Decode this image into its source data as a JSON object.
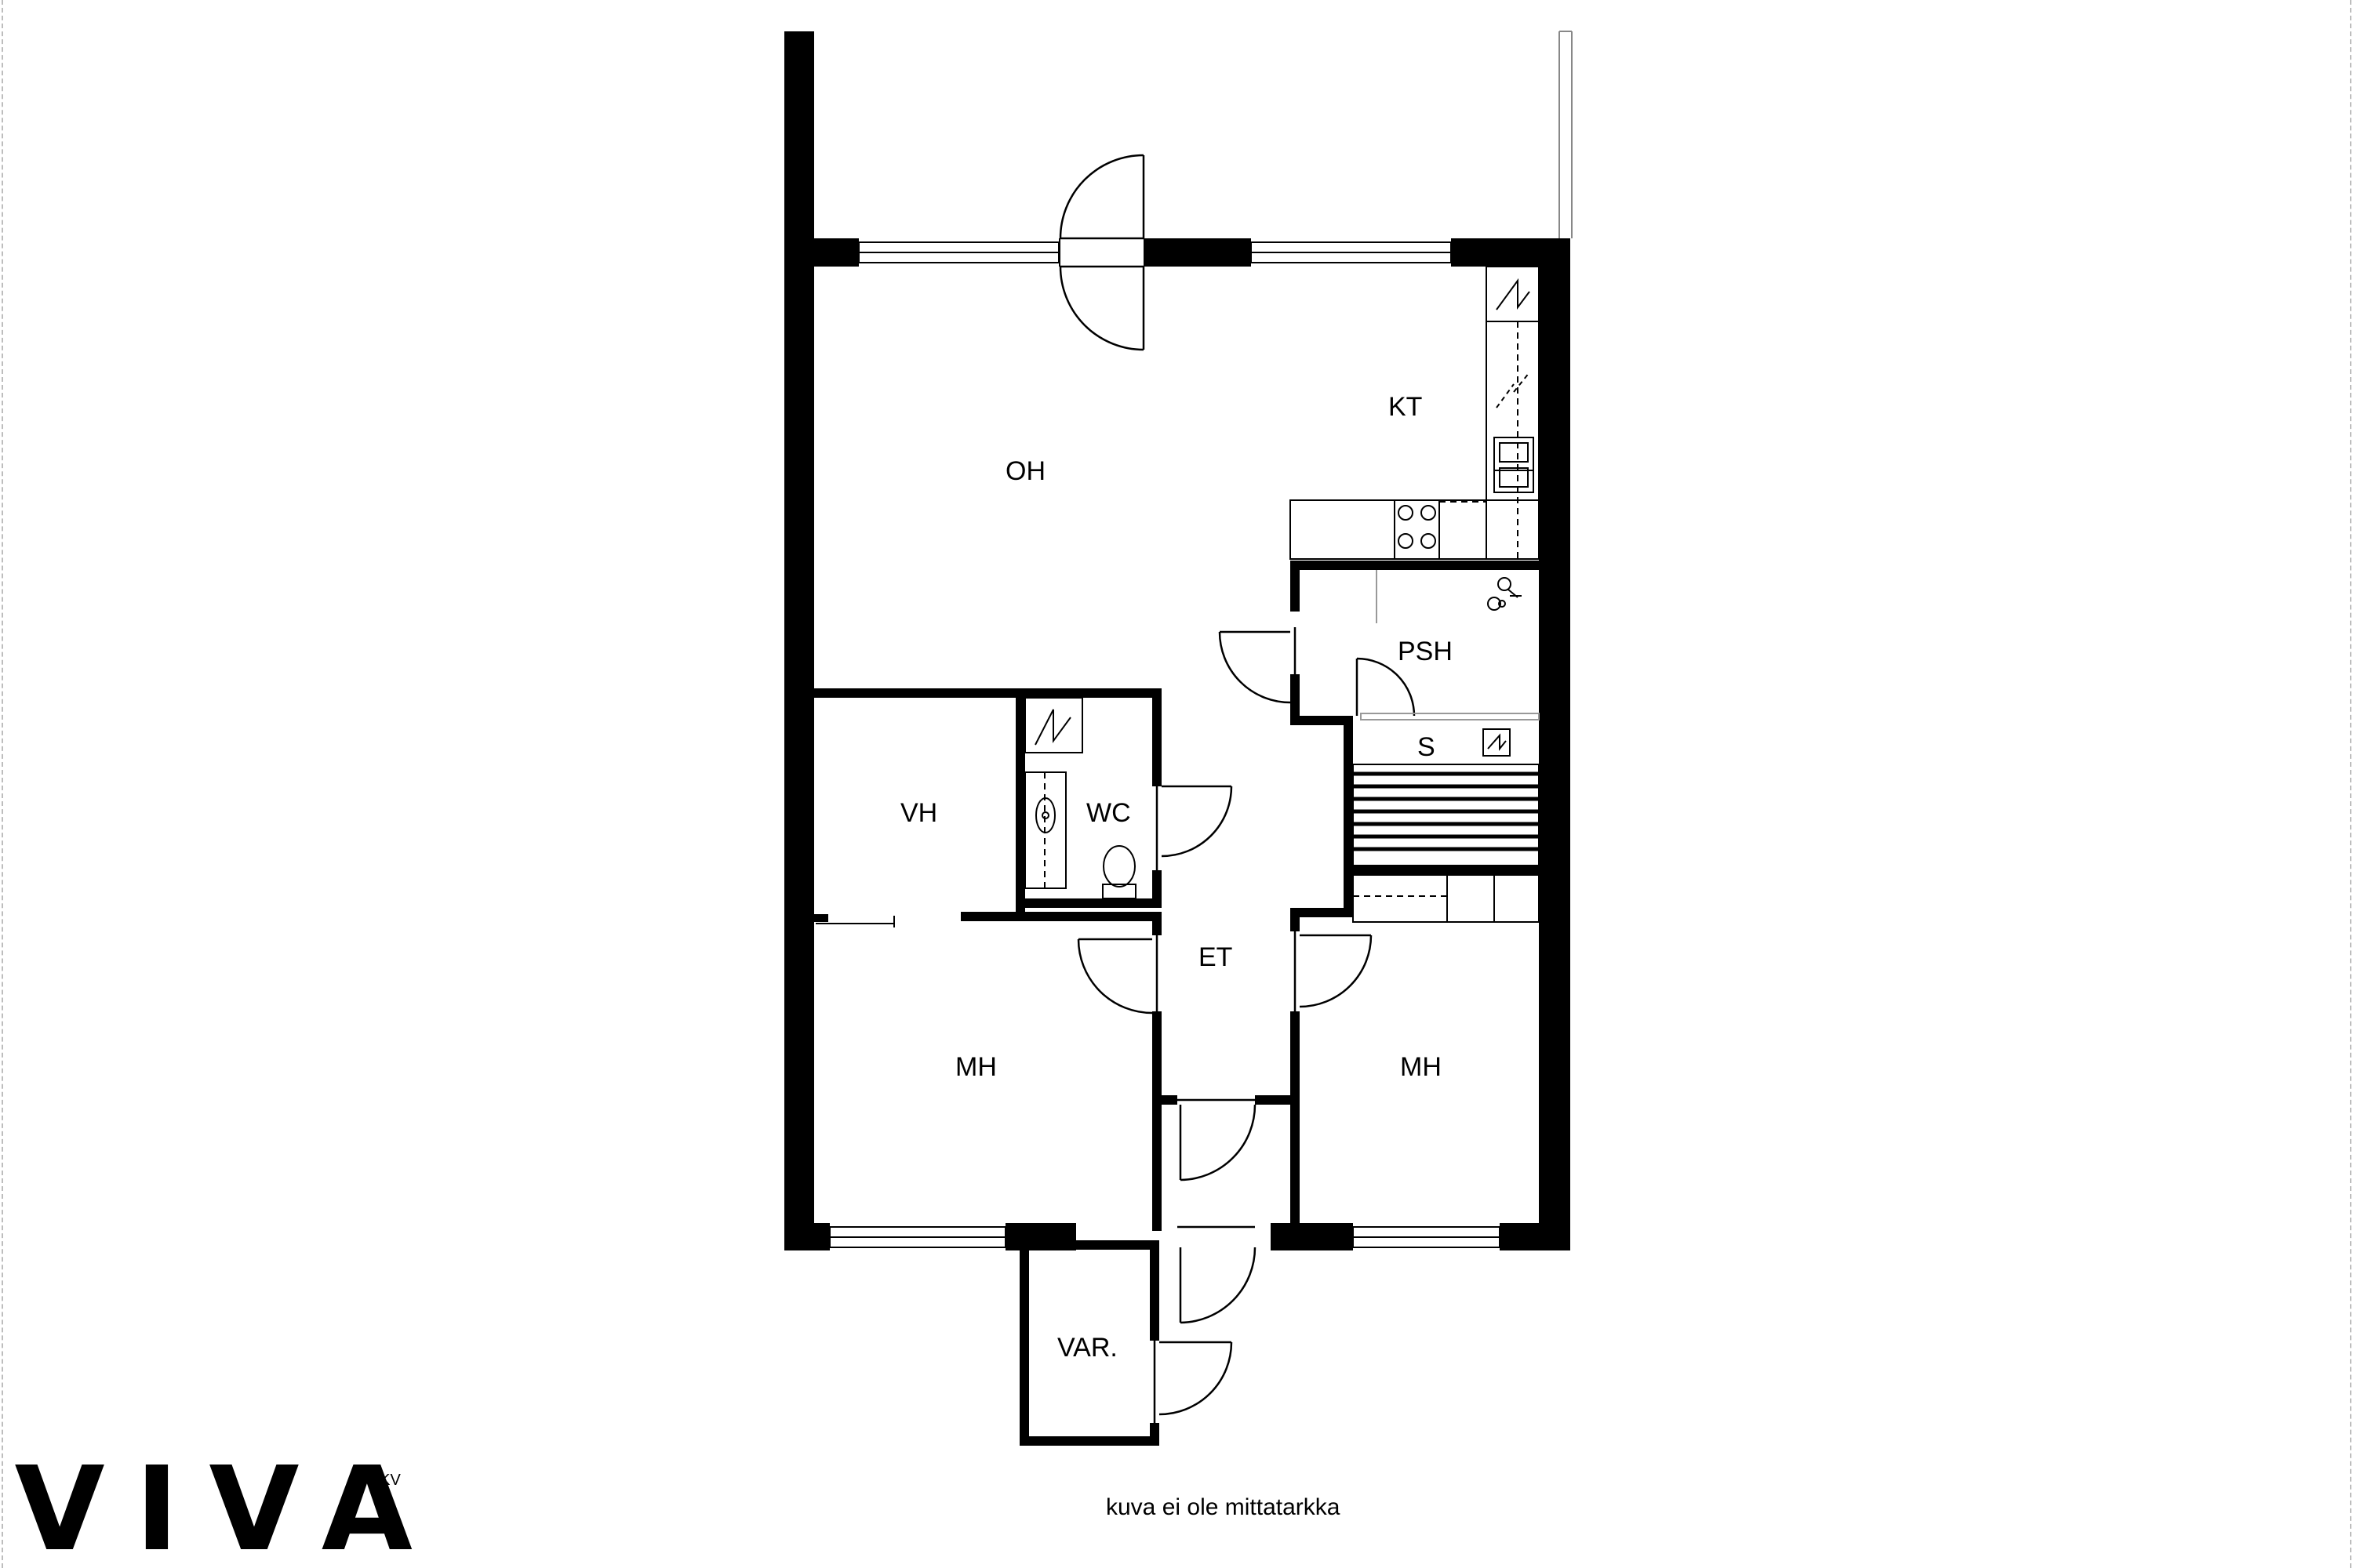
{
  "brand": {
    "name": "VIVA",
    "suffix": "LKV"
  },
  "note": "kuva ei ole mittatarkka",
  "rooms": {
    "oh": "OH",
    "kt": "KT",
    "psh": "PSH",
    "s": "S",
    "vh": "VH",
    "wc": "WC",
    "et": "ET",
    "mh_left": "MH",
    "mh_right": "MH",
    "var": "VAR."
  },
  "colors": {
    "wall": "#000000",
    "line": "#000000",
    "background": "#ffffff",
    "edge": "#bdbdbd"
  }
}
